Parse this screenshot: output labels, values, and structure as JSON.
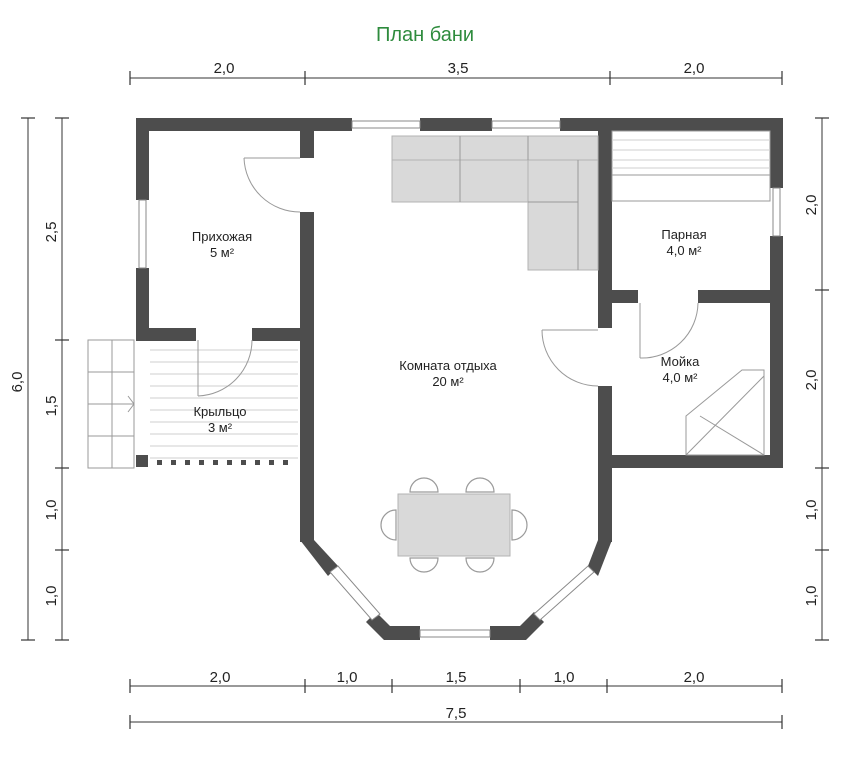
{
  "title": "План бани",
  "dimensions": {
    "top": [
      "2,0",
      "3,5",
      "2,0"
    ],
    "bottom": [
      "2,0",
      "1,0",
      "1,5",
      "1,0",
      "2,0"
    ],
    "total_width": "7,5",
    "left_outer": "6,0",
    "left": [
      "2,5",
      "1,5",
      "1,0",
      "1,0"
    ],
    "right": [
      "2,0",
      "2,0",
      "1,0",
      "1,0"
    ]
  },
  "rooms": {
    "hallway": {
      "name": "Прихожая",
      "area": "5 м²"
    },
    "steam_room": {
      "name": "Парная",
      "area": "4,0 м²"
    },
    "lounge": {
      "name": "Комната отдыха",
      "area": "20 м²"
    },
    "washroom": {
      "name": "Мойка",
      "area": "4,0 м²"
    },
    "porch": {
      "name": "Крыльцо",
      "area": "3 м²"
    }
  },
  "colors": {
    "title": "#2e8b3d",
    "walls": "#4d4d4d",
    "furniture": "#d9d9d9"
  }
}
